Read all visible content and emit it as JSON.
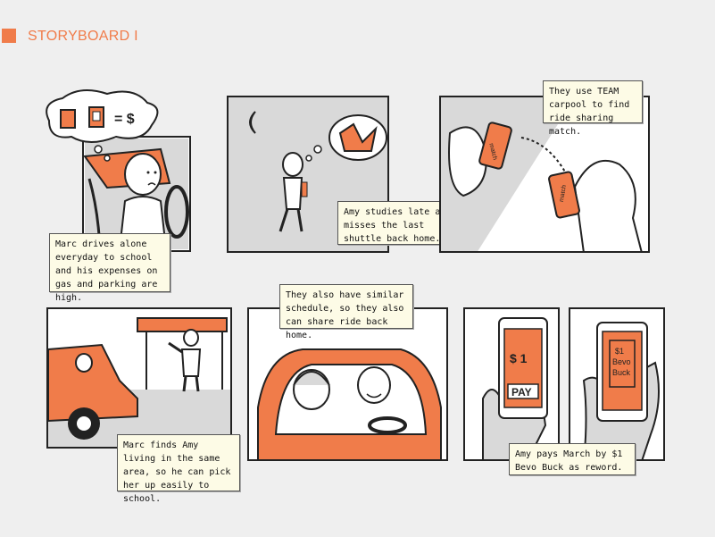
{
  "header": {
    "title": "STORYBOARD I"
  },
  "captions": {
    "panel1": "Marc drives alone everyday to school and his expenses on gas and parking are high.",
    "panel2": "Amy studies late and misses the last shuttle back home.",
    "panel3": "They use TEAM carpool to find ride sharing match.",
    "panel4": "Marc finds Amy living in the same area, so he can pick her up easily to school.",
    "panel5": "They also have similar schedule, so they also can share ride back home.",
    "panel6": "Amy pays March by $1 Bevo Buck as reword."
  },
  "sketch_text": {
    "thought_equals": "= $",
    "phone_match_a": "match",
    "phone_match_b": "match",
    "pay_amount": "$ 1",
    "pay_button": "PAY",
    "bevo_line1": "$1",
    "bevo_line2": "Bevo",
    "bevo_line3": "Buck"
  },
  "colors": {
    "accent": "#f07c4a",
    "panel_shade": "#d9d9d9",
    "caption_bg": "#fdfbe6"
  }
}
